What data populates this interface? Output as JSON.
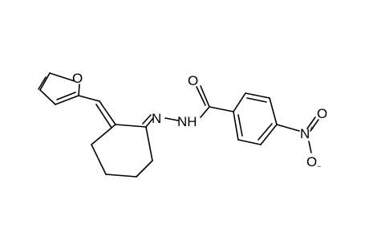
{
  "molecule": {
    "atom_labels": {
      "furan_oxygen": "O",
      "imine_nitrogen": "N",
      "amide_nitrogen": "NH",
      "carbonyl_oxygen": "O",
      "nitro_nitrogen": "N",
      "nitro_oxygen_top": "O",
      "nitro_oxygen_bottom": "O"
    },
    "nitro_charges": {
      "nitrogen_charge": "+",
      "oxygen_charge": "−"
    }
  }
}
